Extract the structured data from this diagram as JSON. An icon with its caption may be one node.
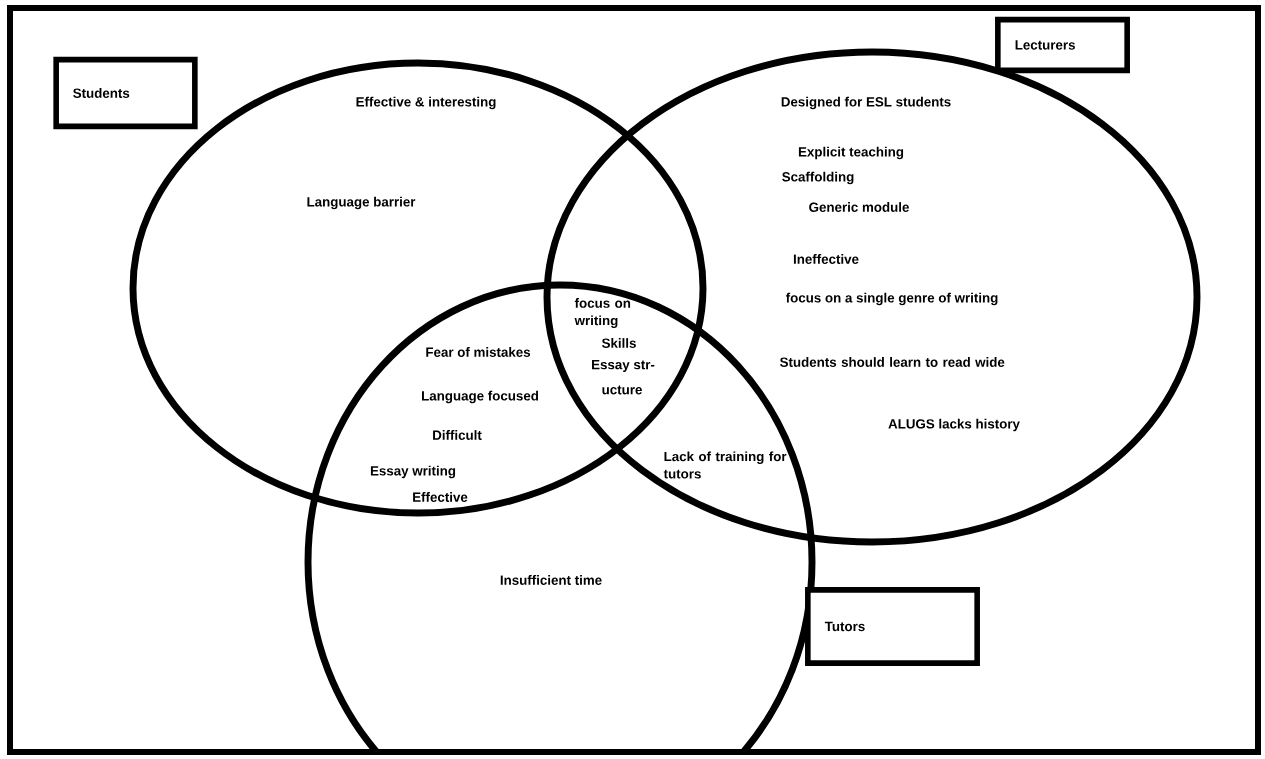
{
  "diagram": {
    "nodes": [
      {
        "text": [
          "Students"
        ]
      },
      {
        "text": [
          "Lecturers"
        ]
      },
      {
        "text": [
          "Tutors"
        ]
      }
    ],
    "labels": [
      "Effective & interesting",
      "Designed for ESL students",
      "Explicit teaching",
      "Scaffolding",
      "Language barrier",
      "Generic module",
      "Ineffective",
      "focus on writing",
      "focus on a single genre of writing",
      "Skills",
      "Fear of mistakes",
      "Essay str-",
      "Students should learn to read wide",
      "Language focused",
      "ucture",
      "ALUGS lacks history",
      "Difficult",
      "Lack of training for tutors",
      "Essay writing",
      "Effective",
      "Insufficient time"
    ]
  }
}
